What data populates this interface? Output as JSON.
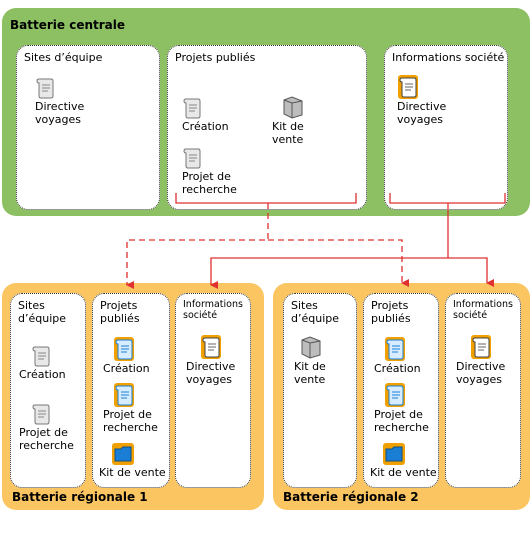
{
  "central": {
    "title": "Batterie centrale",
    "sites": [
      {
        "title": "Sites d’équipe",
        "items": [
          {
            "label": "Directive voyages",
            "icon": "scroll-icon"
          }
        ]
      },
      {
        "title": "Projets publiés",
        "items": [
          {
            "label": "Création",
            "icon": "scroll-icon"
          },
          {
            "label": "Projet de recherche",
            "icon": "scroll-icon"
          },
          {
            "label": "Kit de vente",
            "icon": "folder-icon"
          }
        ]
      },
      {
        "title": "Informations société",
        "items": [
          {
            "label": "Directive voyages",
            "icon": "scroll-icon-highlighted"
          }
        ]
      }
    ]
  },
  "regional1": {
    "title": "Batterie régionale 1",
    "sites": [
      {
        "title": "Sites d’équipe",
        "items": [
          {
            "label": "Création",
            "icon": "scroll-icon"
          },
          {
            "label": "Projet de recherche",
            "icon": "scroll-icon"
          }
        ]
      },
      {
        "title": "Projets publiés",
        "items": [
          {
            "label": "Création",
            "icon": "scroll-icon-blue"
          },
          {
            "label": "Projet de recherche",
            "icon": "scroll-icon-blue"
          },
          {
            "label": "Kit de vente",
            "icon": "folder-icon-blue"
          }
        ]
      },
      {
        "title": "Informations société",
        "items": [
          {
            "label": "Directive voyages",
            "icon": "scroll-icon-highlighted"
          }
        ]
      }
    ]
  },
  "regional2": {
    "title": "Batterie régionale 2",
    "sites": [
      {
        "title": "Sites d’équipe",
        "items": [
          {
            "label": "Kit de vente",
            "icon": "folder-icon"
          }
        ]
      },
      {
        "title": "Projets publiés",
        "items": [
          {
            "label": "Création",
            "icon": "scroll-icon-blue"
          },
          {
            "label": "Projet de recherche",
            "icon": "scroll-icon-blue"
          },
          {
            "label": "Kit de vente",
            "icon": "folder-icon-blue"
          }
        ]
      },
      {
        "title": "Informations société",
        "items": [
          {
            "label": "Directive voyages",
            "icon": "scroll-icon-highlighted"
          }
        ]
      }
    ]
  },
  "colors": {
    "central_farm": "#8cc063",
    "regional_farm": "#fbc661",
    "connector": "#e03030",
    "highlight_icon": "#f0a000",
    "blue_icon": "#1a7fd4"
  }
}
